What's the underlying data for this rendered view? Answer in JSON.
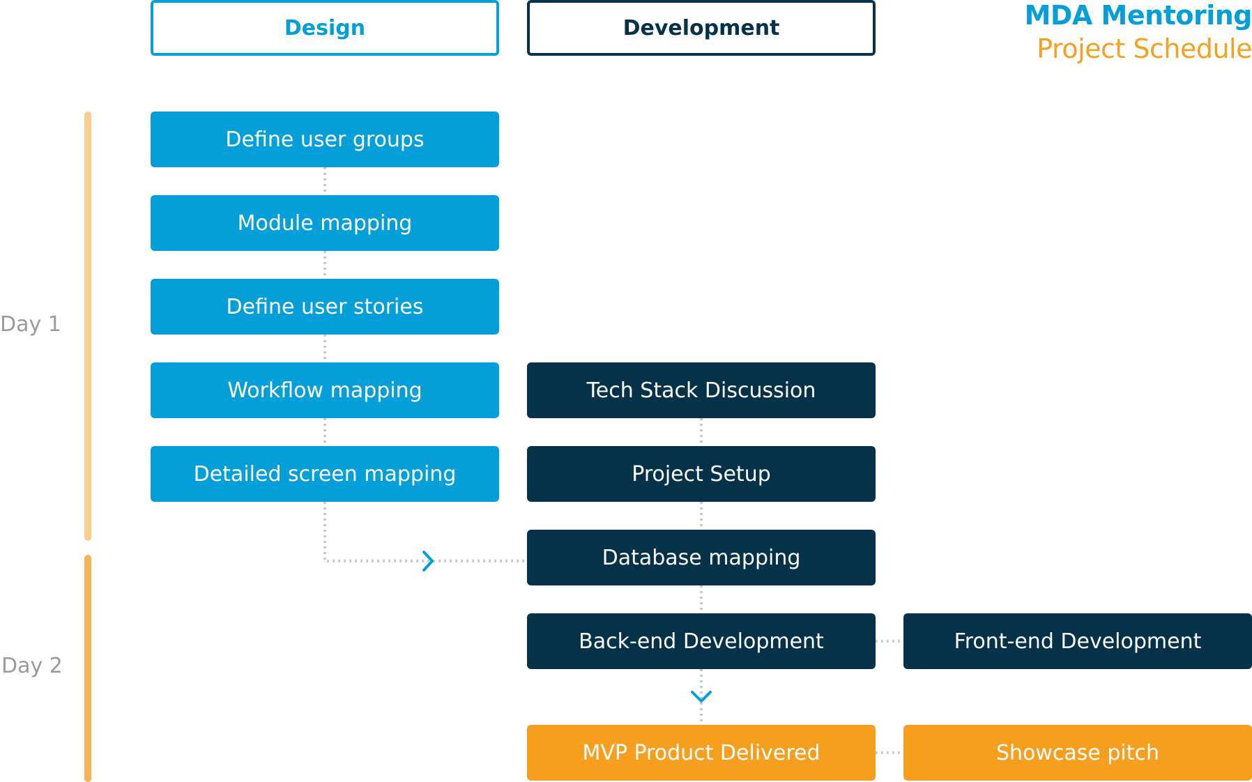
{
  "title": {
    "line1": "MDA Mentoring",
    "line2": "Project Schedule"
  },
  "columns": {
    "design": "Design",
    "development": "Development"
  },
  "days": {
    "day1": "Day 1",
    "day2": "Day 2"
  },
  "design_tasks": [
    "Define user groups",
    "Module mapping",
    "Define user stories",
    "Workflow mapping",
    "Detailed screen mapping"
  ],
  "dev_tasks": [
    "Tech Stack Discussion",
    "Project Setup",
    "Database mapping",
    "Back-end Development"
  ],
  "side_tasks": {
    "frontend": "Front-end Development",
    "showcase": "Showcase pitch"
  },
  "delivery": {
    "mvp": "MVP Product Delivered"
  },
  "colors": {
    "design": "#049ed8",
    "development": "#053249",
    "delivery": "#f69e1e",
    "day1_bar": "#f9cd8e",
    "day2_bar": "#f6b352",
    "connector": "#c8cdd2",
    "arrow": "#049ed8"
  },
  "icons": {
    "arrow_right": "chevron-right-icon",
    "arrow_down": "chevron-down-icon"
  }
}
